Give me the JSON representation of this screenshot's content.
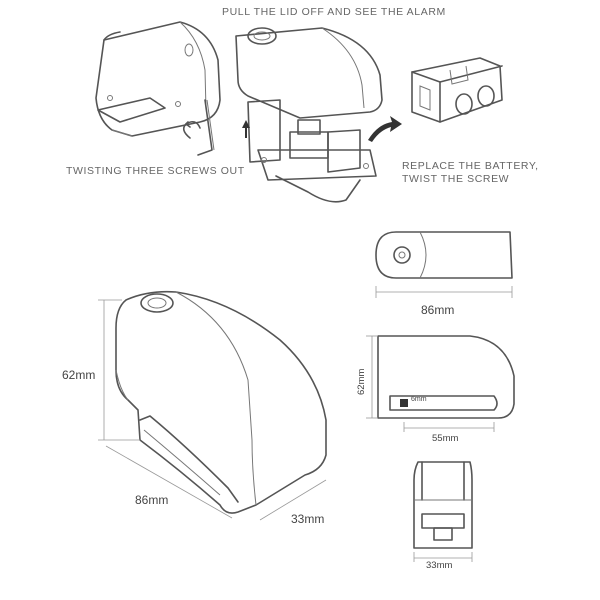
{
  "steps": {
    "top_caption": "PULL THE LID OFF AND SEE THE ALARM",
    "left_caption": "TWISTING THREE SCREWS OUT",
    "right_caption_line1": "REPLACE THE BATTERY,",
    "right_caption_line2": "TWIST THE SCREW"
  },
  "dimensions": {
    "iso_height": "62mm",
    "iso_length": "86mm",
    "iso_width": "33mm",
    "top_view_length": "86mm",
    "side_view_height": "62mm",
    "side_view_slot_label": "6mm",
    "side_view_slot_length": "55mm",
    "front_view_width": "33mm"
  },
  "colors": {
    "line": "#555555",
    "arrow": "#333333"
  }
}
